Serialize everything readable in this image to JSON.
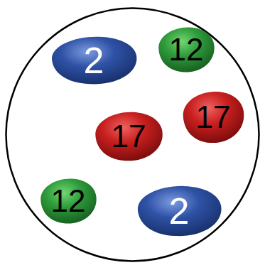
{
  "diagram": {
    "nodes": [
      {
        "text": [
          "2"
        ]
      },
      {
        "text": [
          "12"
        ]
      },
      {
        "text": [
          "17"
        ]
      },
      {
        "text": [
          "17"
        ]
      },
      {
        "text": [
          "12"
        ]
      },
      {
        "text": [
          "2"
        ]
      }
    ]
  }
}
